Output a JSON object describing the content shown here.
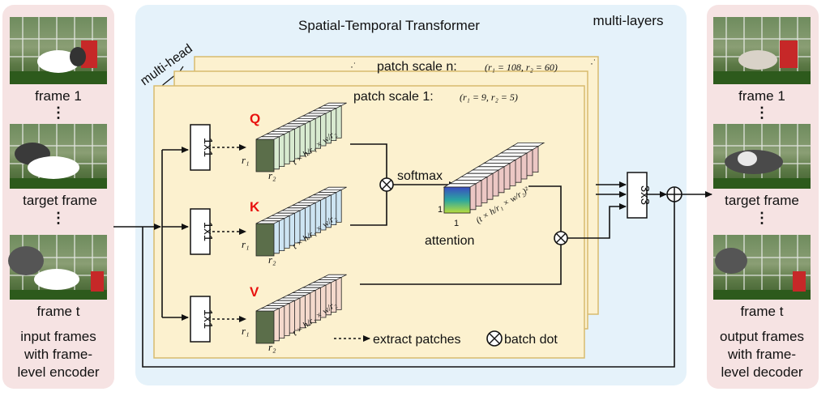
{
  "left_panel": {
    "frame_labels": [
      "frame 1",
      "target frame",
      "frame t"
    ],
    "caption_lines": [
      "input frames",
      "with frame-",
      "level encoder"
    ]
  },
  "right_panel": {
    "frame_labels": [
      "frame 1",
      "target frame",
      "frame t"
    ],
    "caption_lines": [
      "output frames",
      "with frame-",
      "level decoder"
    ]
  },
  "center": {
    "title": "Spatial-Temporal Transformer",
    "multi_layers": "multi-layers",
    "multi_head": "multi-head",
    "patch_scale_n_label": "patch scale n:",
    "patch_scale_n_params": "(r₁ = 108, r₂ = 60)",
    "patch_scale_1_label": "patch scale 1:",
    "patch_scale_1_params": "(r₁ = 9, r₂ = 5)",
    "conv_1x1_label": "1x1",
    "conv_3x3_label": "3x3",
    "qkv_labels": [
      "Q",
      "K",
      "V"
    ],
    "r1_label": "r₁",
    "r2_label": "r₂",
    "patch_dim_label": "t × h/r₁ × w/r₂",
    "softmax_label": "softmax",
    "attention_label": "attention",
    "attention_dim_label": "(t × h/r₁ × w/r₂)²",
    "attention_one_label": "1",
    "legend_extract": "extract patches",
    "legend_batch_dot": "batch dot"
  },
  "colors": {
    "side_panel_bg": "#f6e3e3",
    "center_panel_bg": "#e5f2fa",
    "layer_card_bg": "#fcf1cf",
    "layer_card_border": "#d8bb6e",
    "qkv_red": "#e8120f",
    "q_stack_tint": "#d8ead0",
    "k_stack_tint": "#cde4f2",
    "v_stack_tint": "#f4d9cc",
    "attn_stack_tint": "#ecc7c4"
  }
}
